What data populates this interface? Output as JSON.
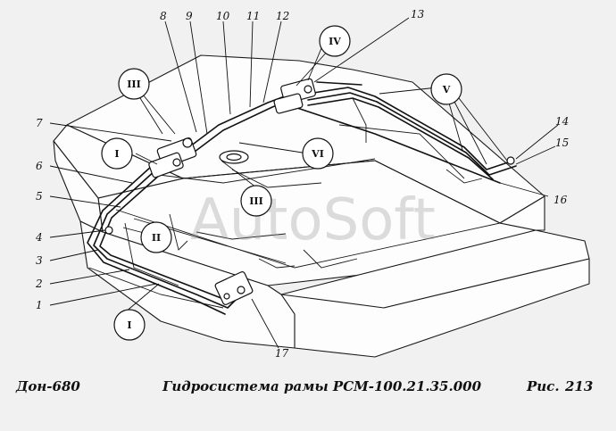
{
  "callouts": [
    "1",
    "2",
    "3",
    "4",
    "5",
    "6",
    "7",
    "8",
    "9",
    "10",
    "11",
    "12",
    "13",
    "14",
    "15",
    "16",
    "17"
  ],
  "views": [
    "I",
    "II",
    "III",
    "IV",
    "V",
    "VI"
  ],
  "watermark": "AutoSoft",
  "footer": {
    "left": "Дон-680",
    "center": "Гидросистема рамы РСМ-100.21.35.000",
    "fig_label": "Рис.",
    "fig_number": "213"
  }
}
